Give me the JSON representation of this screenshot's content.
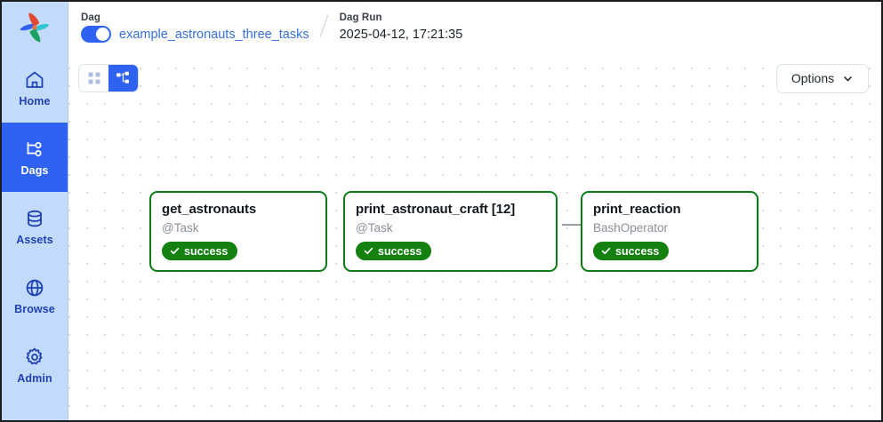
{
  "sidebar": {
    "logo_name": "airflow-pinwheel-logo",
    "items": [
      {
        "label": "Home",
        "icon": "home-icon",
        "active": false
      },
      {
        "label": "Dags",
        "icon": "dags-icon",
        "active": true
      },
      {
        "label": "Assets",
        "icon": "assets-icon",
        "active": false
      },
      {
        "label": "Browse",
        "icon": "browse-icon",
        "active": false
      },
      {
        "label": "Admin",
        "icon": "admin-icon",
        "active": false
      }
    ]
  },
  "header": {
    "dag": {
      "label": "Dag",
      "name": "example_astronauts_three_tasks",
      "toggle_on": true
    },
    "dag_run": {
      "label": "Dag Run",
      "value": "2025-04-12, 17:21:35"
    }
  },
  "toolbar": {
    "views": [
      {
        "name": "grid-view",
        "active": false
      },
      {
        "name": "graph-view",
        "active": true
      }
    ],
    "options_label": "Options"
  },
  "graph": {
    "nodes": [
      {
        "title": "get_astronauts",
        "type": "@Task",
        "status": "success",
        "mapped": false,
        "map_count": null
      },
      {
        "title": "print_astronaut_craft [12]",
        "type": "@Task",
        "status": "success",
        "mapped": true,
        "map_count": "12"
      },
      {
        "title": "print_reaction",
        "type": "BashOperator",
        "status": "success",
        "mapped": false,
        "map_count": null
      }
    ]
  },
  "colors": {
    "accent": "#2f62f0",
    "sidebar_bg": "#c3dbfb",
    "success": "#13800f",
    "node_border": "#0d7a18",
    "link": "#3670d8"
  }
}
